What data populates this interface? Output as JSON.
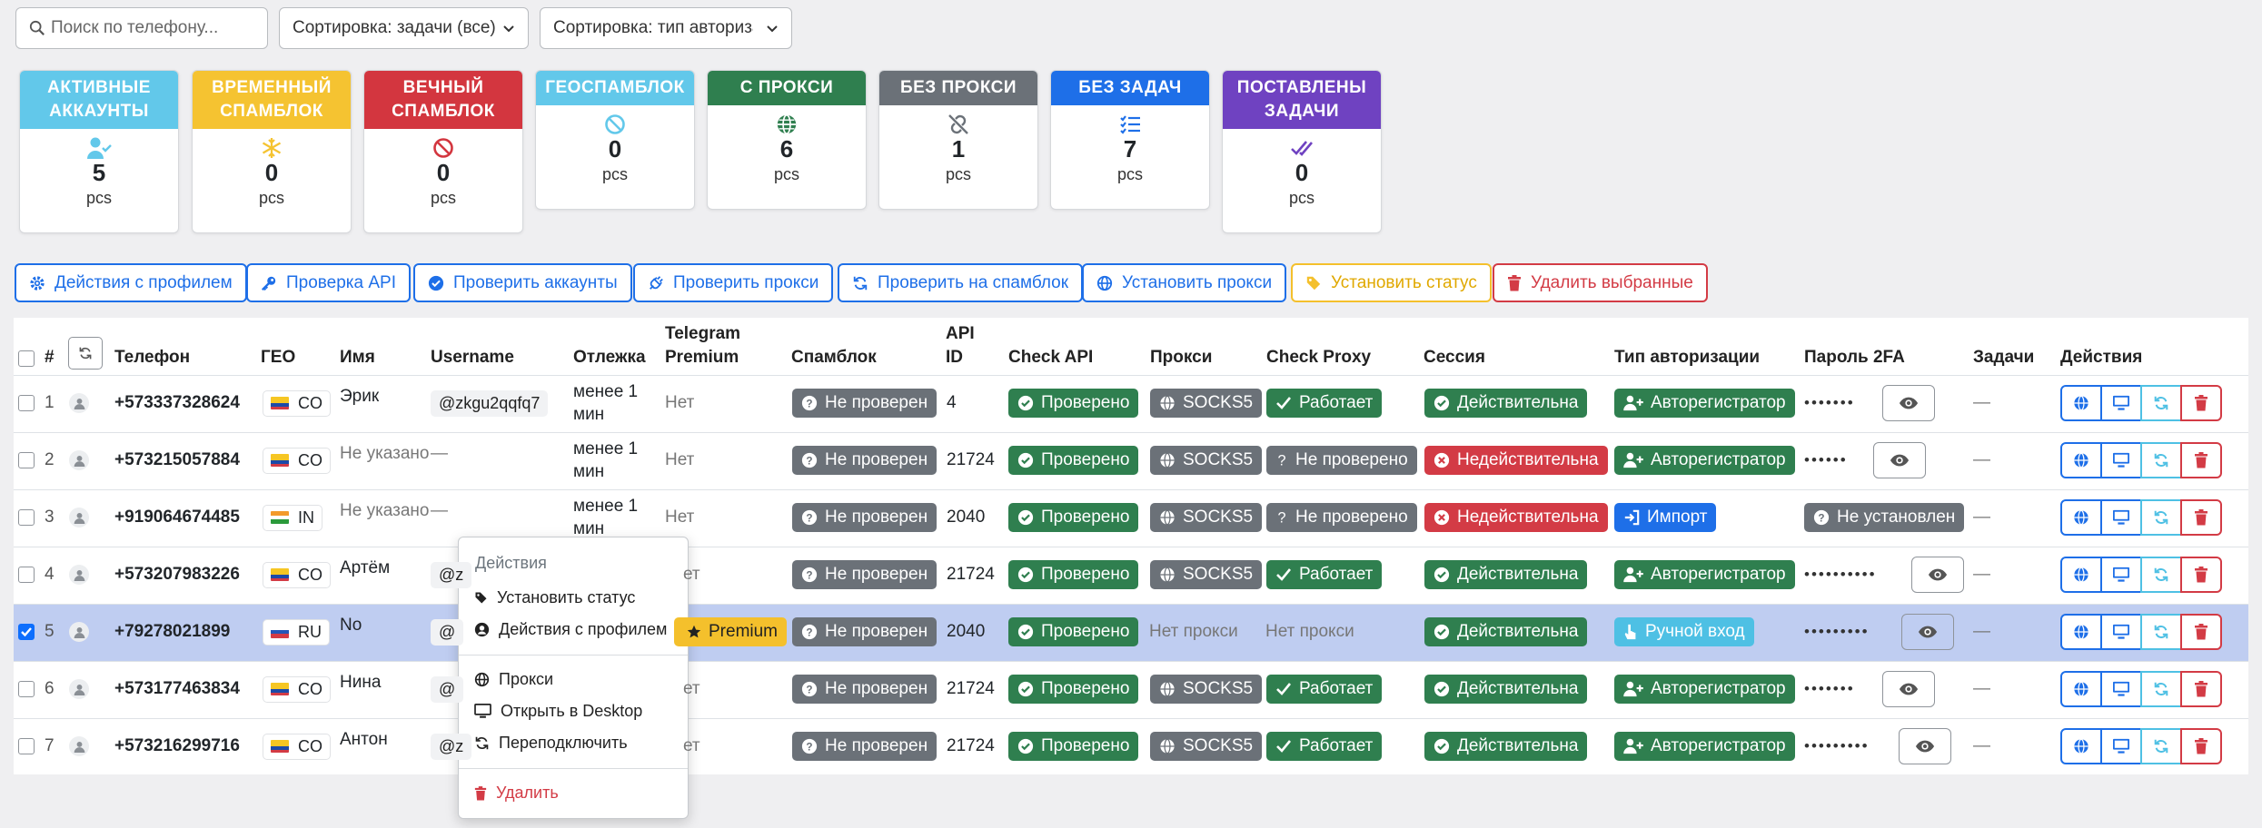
{
  "search": {
    "placeholder": "Поиск по телефону..."
  },
  "filters": {
    "sort_tasks": "Сортировка: задачи (все)",
    "sort_auth": "Сортировка: тип авторизац"
  },
  "stats": [
    {
      "title1": "АКТИВНЫЕ",
      "title2": "АККАУНТЫ",
      "value": "5",
      "unit": "pcs",
      "color": "#62c8ea",
      "icon": "user-check-icon"
    },
    {
      "title1": "ВРЕМЕННЫЙ",
      "title2": "СПАМБЛОК",
      "value": "0",
      "unit": "pcs",
      "color": "#f5c331",
      "icon": "snowflake-icon"
    },
    {
      "title1": "ВЕЧНЫЙ",
      "title2": "СПАМБЛОК",
      "value": "0",
      "unit": "pcs",
      "color": "#d3363f",
      "icon": "ban-icon"
    },
    {
      "title1": "ГЕОСПАМБЛОК",
      "title2": "",
      "value": "0",
      "unit": "pcs",
      "color": "#62c8ea",
      "icon": "ban-icon"
    },
    {
      "title1": "С ПРОКСИ",
      "title2": "",
      "value": "6",
      "unit": "pcs",
      "color": "#2f7f4f",
      "icon": "globe-icon"
    },
    {
      "title1": "БЕЗ ПРОКСИ",
      "title2": "",
      "value": "1",
      "unit": "pcs",
      "color": "#6b7178",
      "icon": "unlink-icon"
    },
    {
      "title1": "БЕЗ ЗАДАЧ",
      "title2": "",
      "value": "7",
      "unit": "pcs",
      "color": "#1e6fe8",
      "icon": "list-check-icon"
    },
    {
      "title1": "ПОСТАВЛЕНЫ",
      "title2": "ЗАДАЧИ",
      "value": "0",
      "unit": "pcs",
      "color": "#6f42c1",
      "icon": "double-check-icon"
    }
  ],
  "toolbar": {
    "profile_actions": "Действия с профилем",
    "check_api": "Проверка API",
    "check_accounts": "Проверить аккаунты",
    "check_proxy": "Проверить прокси",
    "check_spamblock": "Проверить на спамблок",
    "set_proxy": "Установить прокси",
    "set_status": "Установить статус",
    "delete_selected": "Удалить выбранные"
  },
  "table": {
    "headers": {
      "num": "#",
      "phone": "Телефон",
      "geo": "ГЕО",
      "name": "Имя",
      "username": "Username",
      "lag": "Отлежка",
      "premium1": "Telegram",
      "premium2": "Premium",
      "spamblock": "Спамблок",
      "api1": "API",
      "api2": "ID",
      "check_api": "Check API",
      "proxy": "Прокси",
      "check_proxy": "Check Proxy",
      "session": "Сессия",
      "auth": "Тип авторизации",
      "pw2fa": "Пароль 2FA",
      "tasks": "Задачи",
      "actions": "Действия"
    },
    "rows": [
      {
        "n": "1",
        "phone": "+573337328624",
        "geo": "CO",
        "name": "Эрик",
        "username": "@zkgu2qqfq7",
        "lag1": "менее 1",
        "lag2": "мин",
        "premium": "Нет",
        "spam": "Не проверен",
        "api": "4",
        "check_api": "Проверено",
        "proxy": "SOCKS5",
        "check_proxy": "Работает",
        "session": "Действительна",
        "auth": "Авторегистратор",
        "pw": "•••••••",
        "tasks": "—"
      },
      {
        "n": "2",
        "phone": "+573215057884",
        "geo": "CO",
        "name": "Не указано",
        "username": "—",
        "lag1": "менее 1",
        "lag2": "мин",
        "premium": "Нет",
        "spam": "Не проверен",
        "api": "21724",
        "check_api": "Проверено",
        "proxy": "SOCKS5",
        "check_proxy": "Не проверено",
        "session": "Недействительна",
        "auth": "Авторегистратор",
        "pw": "••••••",
        "tasks": "—"
      },
      {
        "n": "3",
        "phone": "+919064674485",
        "geo": "IN",
        "name": "Не указано",
        "username": "—",
        "lag1": "менее 1",
        "lag2": "мин",
        "premium": "Нет",
        "spam": "Не проверен",
        "api": "2040",
        "check_api": "Проверено",
        "proxy": "SOCKS5",
        "check_proxy": "Не проверено",
        "session": "Недействительна",
        "auth": "Импорт",
        "pw": "Не установлен",
        "tasks": "—"
      },
      {
        "n": "4",
        "phone": "+573207983226",
        "geo": "CO",
        "name": "Артём",
        "username": "@z",
        "lag1": "",
        "lag2": "",
        "premium": "ет",
        "spam": "Не проверен",
        "api": "21724",
        "check_api": "Проверено",
        "proxy": "SOCKS5",
        "check_proxy": "Работает",
        "session": "Действительна",
        "auth": "Авторегистратор",
        "pw": "••••••••••",
        "tasks": "—"
      },
      {
        "n": "5",
        "phone": "+79278021899",
        "geo": "RU",
        "name": "No",
        "username": "@",
        "lag1": "",
        "lag2": "",
        "premium": "Premium",
        "spam": "Не проверен",
        "api": "2040",
        "check_api": "Проверено",
        "proxy": "Нет прокси",
        "check_proxy": "Нет прокси",
        "session": "Действительна",
        "auth": "Ручной вход",
        "pw": "•••••••••",
        "tasks": "—"
      },
      {
        "n": "6",
        "phone": "+573177463834",
        "geo": "CO",
        "name": "Нина",
        "username": "@",
        "lag1": "",
        "lag2": "",
        "premium": "ет",
        "spam": "Не проверен",
        "api": "21724",
        "check_api": "Проверено",
        "proxy": "SOCKS5",
        "check_proxy": "Работает",
        "session": "Действительна",
        "auth": "Авторегистратор",
        "pw": "•••••••",
        "tasks": "—"
      },
      {
        "n": "7",
        "phone": "+573216299716",
        "geo": "CO",
        "name": "Антон",
        "username": "@z",
        "lag1": "",
        "lag2": "",
        "premium": "ет",
        "spam": "Не проверен",
        "api": "21724",
        "check_api": "Проверено",
        "proxy": "SOCKS5",
        "check_proxy": "Работает",
        "session": "Действительна",
        "auth": "Авторегистратор",
        "pw": "•••••••••",
        "tasks": "—"
      }
    ]
  },
  "context_menu": {
    "header": "Действия",
    "set_status": "Установить статус",
    "profile_actions": "Действия с профилем",
    "proxy": "Прокси",
    "open_desktop": "Открыть в Desktop",
    "reconnect": "Переподключить",
    "delete": "Удалить"
  },
  "colors": {
    "primary": "#1e6fe8",
    "success": "#2f7f4f",
    "danger": "#d33b45",
    "warning": "#f4c02c",
    "info": "#4ec0e4",
    "secondary": "#6b7178",
    "selected_row": "#bfcdf1"
  }
}
